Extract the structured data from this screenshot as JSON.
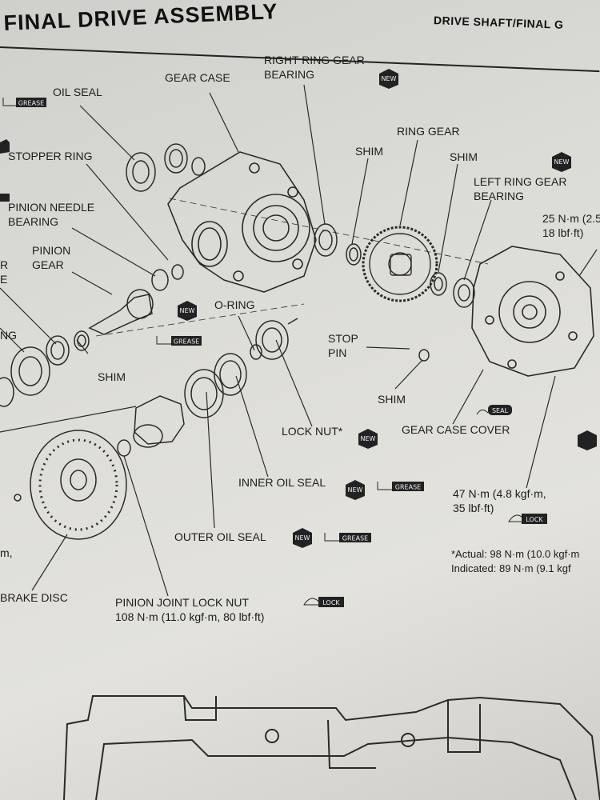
{
  "header": {
    "title": "FINAL DRIVE ASSEMBLY",
    "section": "DRIVE SHAFT/FINAL G"
  },
  "labels": {
    "oil_seal": "OIL SEAL",
    "gear_case": "GEAR CASE",
    "right_ring_gear_bearing": "RIGHT RING GEAR\nBEARING",
    "stopper_ring": "STOPPER RING",
    "shim_top": "SHIM",
    "ring_gear": "RING GEAR",
    "shim_right": "SHIM",
    "left_ring_gear_bearing": "LEFT RING GEAR\nBEARING",
    "torque_25": "25 N·m (2.5\n18 lbf·ft)",
    "pinion_needle_bearing": "PINION NEEDLE\nBEARING",
    "pinion_gear": "PINION\nGEAR",
    "r_fragment": "R\nE",
    "o_ring": "O-RING",
    "ng_fragment": "NG",
    "stop_pin": "STOP\nPIN",
    "shim_left": "SHIM",
    "shim_bottom": "SHIM",
    "lock_nut": "LOCK NUT*",
    "gear_case_cover": "GEAR CASE COVER",
    "inner_oil_seal": "INNER OIL SEAL",
    "torque_47": "47 N·m (4.8 kgf·m,\n35 lbf·ft)",
    "m_fragment": "m,",
    "outer_oil_seal": "OUTER OIL SEAL",
    "actual_note": "*Actual: 98 N·m (10.0 kgf·m\nIndicated: 89 N·m (9.1 kgf",
    "brake_disc": "BRAKE DISC",
    "pinion_joint_lock_nut": "PINION JOINT LOCK NUT\n108 N·m (11.0 kgf·m, 80 lbf·ft)"
  },
  "icons": {
    "grease": "GREASE",
    "new": "NEW",
    "lock": "LOCK",
    "seal": "SEAL"
  }
}
